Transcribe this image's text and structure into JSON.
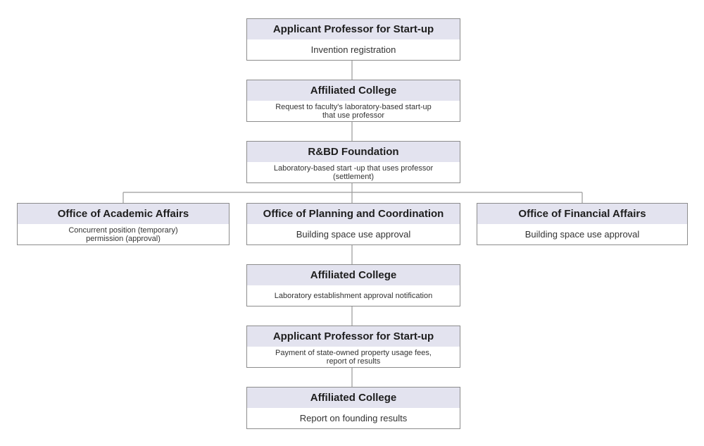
{
  "steps": {
    "s1": {
      "title": "Applicant Professor for Start-up",
      "text": "Invention registration"
    },
    "s2": {
      "title": "Affiliated College",
      "text": "Request to faculty's laboratory-based start-up\nthat use professor"
    },
    "s3": {
      "title": "R&BD Foundation",
      "text": "Laboratory-based start -up that uses professor\n(settlement)"
    },
    "s4a": {
      "title": "Office of Academic Affairs",
      "text": "Concurrent position (temporary)\npermission (approval)"
    },
    "s4b": {
      "title": "Office of Planning and Coordination",
      "text": "Building space use approval"
    },
    "s4c": {
      "title": "Office of Financial Affairs",
      "text": "Building space use approval"
    },
    "s5": {
      "title": "Affiliated College",
      "text": "Laboratory establishment approval notification"
    },
    "s6": {
      "title": "Applicant Professor for Start-up",
      "text": "Payment of state-owned property usage fees,\nreport of results"
    },
    "s7": {
      "title": "Affiliated College",
      "text": "Report on founding results"
    }
  },
  "colors": {
    "header_fill": "#e3e3ef",
    "border": "#8c8c8c",
    "connector": "#9a9a9a"
  }
}
